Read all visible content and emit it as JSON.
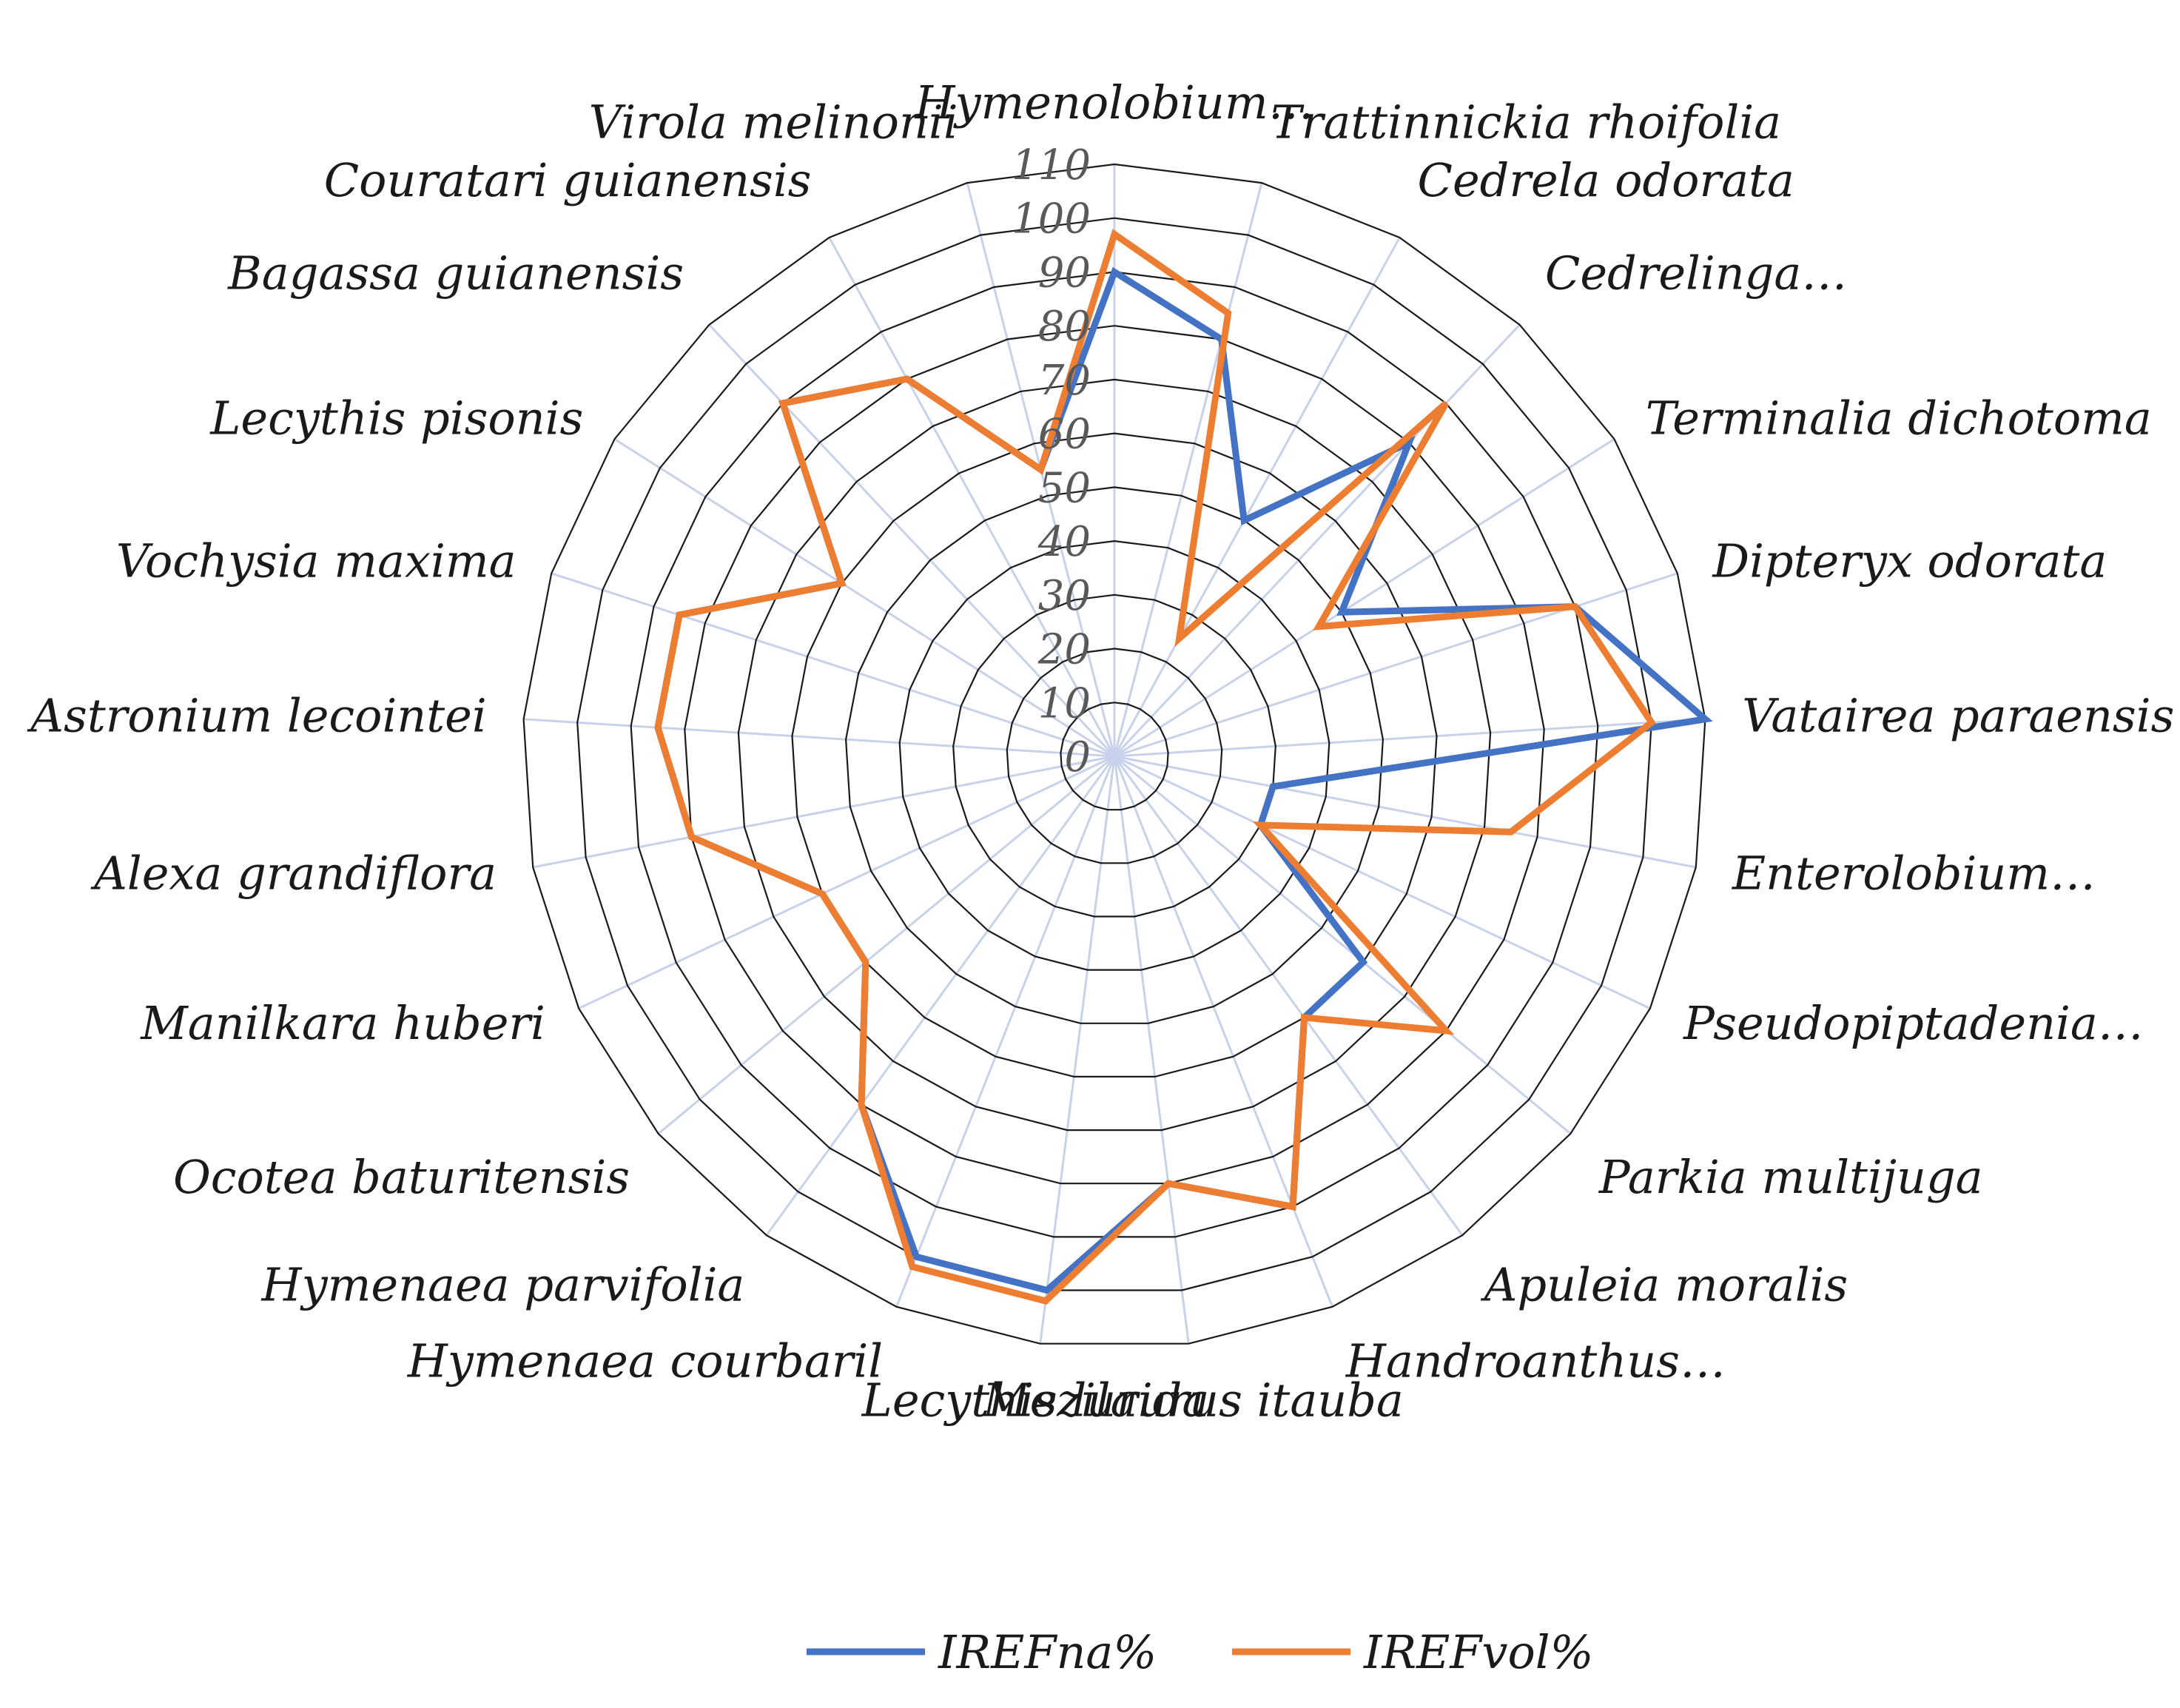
{
  "chart_data": {
    "type": "radar",
    "title": "",
    "categories": [
      "Hymenolobium…",
      "Trattinnickia rhoifolia",
      "Cedrela odorata",
      "Cedrelinga…",
      "Terminalia dichotoma",
      "Dipteryx odorata",
      "Vatairea paraensis",
      "Enterolobium…",
      "Pseudopiptadenia…",
      "Parkia multijuga",
      "Apuleia moralis",
      "Handroanthus…",
      "Mezilaurus itauba",
      "Lecythis lurida",
      "Hymenaea courbaril",
      "Hymenaea parvifolia",
      "Ocotea baturitensis",
      "Manilkara huberi",
      "Alexa grandiflora",
      "Astronium lecointei",
      "Vochysia maxima",
      "Lecythis pisonis",
      "Bagassa guianensis",
      "Couratari guianensis",
      "Virola melinonii"
    ],
    "rmax": 110,
    "ticks": [
      0,
      10,
      20,
      30,
      40,
      50,
      60,
      70,
      80,
      90,
      100,
      110
    ],
    "tick_labels": [
      "0",
      "10",
      "20",
      "30",
      "40",
      "50",
      "60",
      "70",
      "80",
      "90",
      "100",
      "110"
    ],
    "series": [
      {
        "name": "IREFna%",
        "color": "#4472C4",
        "values": [
          90,
          80,
          50,
          80,
          50,
          90,
          110,
          30,
          30,
          60,
          60,
          90,
          80,
          100,
          100,
          80,
          60,
          60,
          80,
          85,
          85,
          60,
          90,
          80,
          55
        ]
      },
      {
        "name": "IREFvol%",
        "color": "#ED7D31",
        "values": [
          97,
          85,
          25,
          90,
          45,
          90,
          100,
          75,
          30,
          80,
          60,
          90,
          80,
          102,
          102,
          80,
          60,
          60,
          80,
          85,
          85,
          60,
          90,
          80,
          55
        ]
      }
    ],
    "grid": true,
    "legend": "bottom"
  }
}
